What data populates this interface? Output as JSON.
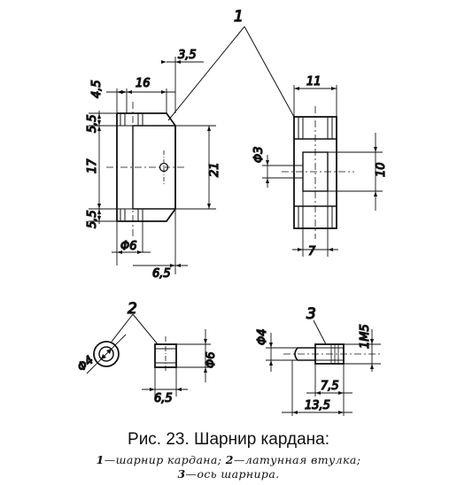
{
  "callouts": {
    "c1": "1",
    "c2": "2",
    "c3": "3"
  },
  "dims": {
    "d3_5": "3,5",
    "d16": "16",
    "d4_5": "4,5",
    "d5_5a": "5,5",
    "d17": "17",
    "d5_5b": "5,5",
    "d21": "21",
    "phi6a": "Φ6",
    "d6_5a": "6,5",
    "d11": "11",
    "phi3": "Φ3",
    "d10": "10",
    "d7": "7",
    "phi4a": "Φ4",
    "phi6b": "Φ6",
    "d6_5b": "6,5",
    "phi4b": "Φ4",
    "m15": "1М5",
    "d7_5": "7,5",
    "d13_5": "13,5"
  },
  "caption": {
    "title": "Рис. 23. Шарнир кардана:",
    "line1_n1": "1",
    "line1_t1": "—шарнир кардана;",
    "line1_n2": "2",
    "line1_t2": "—латунная втулка;",
    "line2_n3": "3",
    "line2_t3": "—ось шарнира."
  }
}
